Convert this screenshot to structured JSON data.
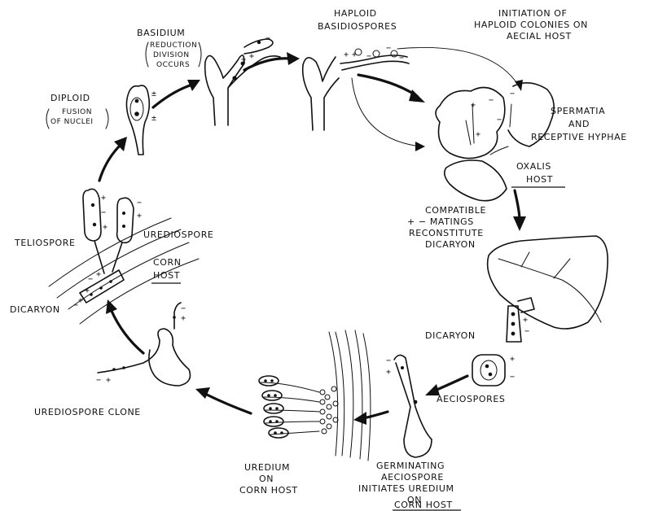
{
  "labels": {
    "haploid_1": "HAPLOID",
    "haploid_2": "BASIDIOSPORES",
    "initiation_1": "INITIATION OF",
    "initiation_2": "HAPLOID COLONIES ON",
    "initiation_3": "AECIAL HOST",
    "basidium": "BASIDIUM",
    "reduction_1": "REDUCTION",
    "reduction_2": "DIVISION",
    "reduction_3": "OCCURS",
    "diploid": "DIPLOID",
    "fusion_1": "FUSION",
    "fusion_2": "OF NUCLEI",
    "spermatia_1": "SPERMATIA",
    "spermatia_2": "AND",
    "spermatia_3": "RECEPTIVE HYPHAE",
    "oxalis_1": "OXALIS",
    "oxalis_2": "HOST",
    "compatible_1": "COMPATIBLE",
    "compatible_2": "+ − MATINGS",
    "compatible_3": "RECONSTITUTE",
    "compatible_4": "DICARYON",
    "teliospore": "TELIOSPORE",
    "urediospore": "UREDIOSPORE",
    "corn_host_1": "CORN",
    "corn_host_2": "HOST",
    "dicaryon_left": "DICARYON",
    "dicaryon_right": "DICARYON",
    "aeciospores": "AECIOSPORES",
    "urediospore_clone": "UREDIOSPORE CLONE",
    "uredium_1": "UREDIUM",
    "uredium_2": "ON",
    "uredium_3": "CORN HOST",
    "germinating_1": "GERMINATING",
    "germinating_2": "AECIOSPORE",
    "germinating_3": "INITIATES UREDIUM",
    "germinating_4": "ON",
    "germinating_5": "CORN HOST"
  },
  "signs": {
    "plus": "+",
    "minus": "−",
    "plus_minus": "±"
  }
}
